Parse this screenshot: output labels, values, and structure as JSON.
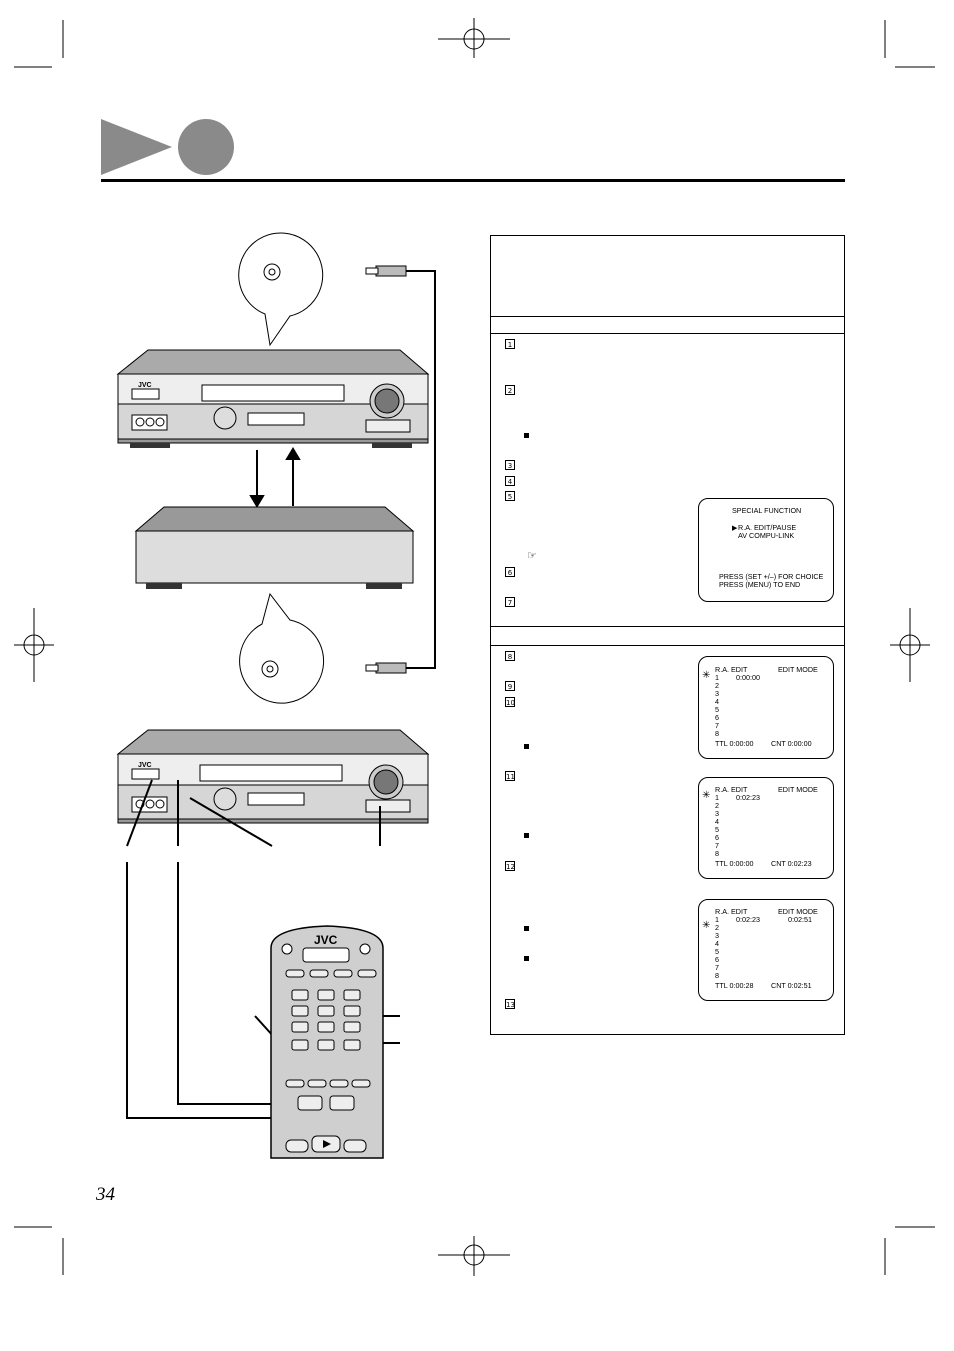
{
  "page": {
    "number": "34"
  },
  "osd_special": {
    "title": "SPECIAL FUNCTION",
    "item1": "R.A. EDIT/PAUSE",
    "item2": "AV COMPU-LINK",
    "footer1": "PRESS (SET +/–) FOR CHOICE",
    "footer2": "PRESS (MENU) TO END"
  },
  "osd_edit_1": {
    "left_title": "R.A. EDIT",
    "right_title": "EDIT MODE",
    "rows": [
      "1",
      "2",
      "3",
      "4",
      "5",
      "6",
      "7",
      "8"
    ],
    "row1_value": "0:00:00",
    "ttl": "TTL 0:00:00",
    "cnt": "CNT 0:00:00"
  },
  "osd_edit_2": {
    "left_title": "R.A. EDIT",
    "right_title": "EDIT MODE",
    "rows": [
      "1",
      "2",
      "3",
      "4",
      "5",
      "6",
      "7",
      "8"
    ],
    "row1_value": "0:02:23",
    "ttl": "TTL 0:00:00",
    "cnt": "CNT 0:02:23"
  },
  "osd_edit_3": {
    "left_title": "R.A. EDIT",
    "right_title": "EDIT MODE",
    "rows": [
      "1",
      "2",
      "3",
      "4",
      "5",
      "6",
      "7",
      "8"
    ],
    "row1_value": "0:02:23",
    "row1_end": "0:02:51",
    "ttl": "TTL 0:00:28",
    "cnt": "CNT 0:02:51"
  },
  "steps": [
    "1",
    "2",
    "3",
    "4",
    "5",
    "6",
    "7",
    "8",
    "9",
    "10",
    "11",
    "12",
    "13"
  ],
  "brand": {
    "vcr_logo": "JVC",
    "remote_logo": "JVC"
  }
}
